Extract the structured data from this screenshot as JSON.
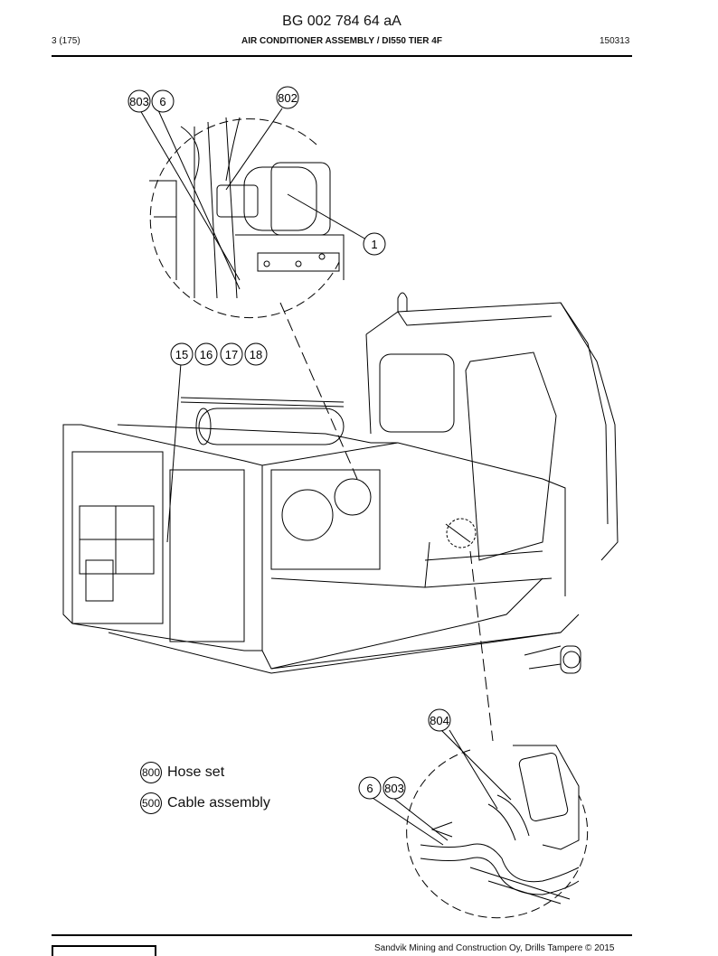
{
  "header": {
    "doc_number": "BG 002 784 64 aA",
    "page": "3 (175)",
    "title": "AIR CONDITIONER ASSEMBLY / DI550 TIER 4F",
    "date_code": "150313"
  },
  "callouts": {
    "c803_top": "803",
    "c6_top": "6",
    "c802": "802",
    "c1": "1",
    "c15": "15",
    "c16": "16",
    "c17": "17",
    "c18": "18",
    "c804": "804",
    "c6_bottom": "6",
    "c803_bottom": "803"
  },
  "legend": [
    {
      "ref": "800",
      "label": "Hose set"
    },
    {
      "ref": "500",
      "label": "Cable assembly"
    }
  ],
  "footer": {
    "copyright": "Sandvik Mining and Construction Oy, Drills Tampere © 2015"
  }
}
